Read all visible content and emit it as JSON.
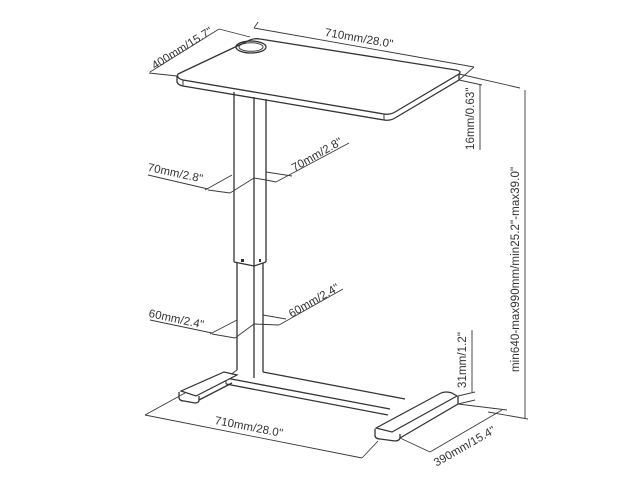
{
  "diagram": {
    "subject": "height adjustable single-column desk",
    "colors": {
      "line": "#333333",
      "background": "#ffffff"
    },
    "labels": {
      "top_depth": "400mm/15.7\"",
      "top_width": "710mm/28.0\"",
      "top_thickness": "16mm/0.63\"",
      "height_range": "min640-max990mm/min25.2\"-max39.0\"",
      "upper_column_left": "70mm/2.8\"",
      "upper_column_right": "70mm/2.8\"",
      "lower_column_left": "60mm/2.4\"",
      "lower_column_right": "60mm/2.4\"",
      "foot_height": "31mm/1.2\"",
      "base_width": "710mm/28.0\"",
      "base_depth": "390mm/15.4\""
    }
  }
}
